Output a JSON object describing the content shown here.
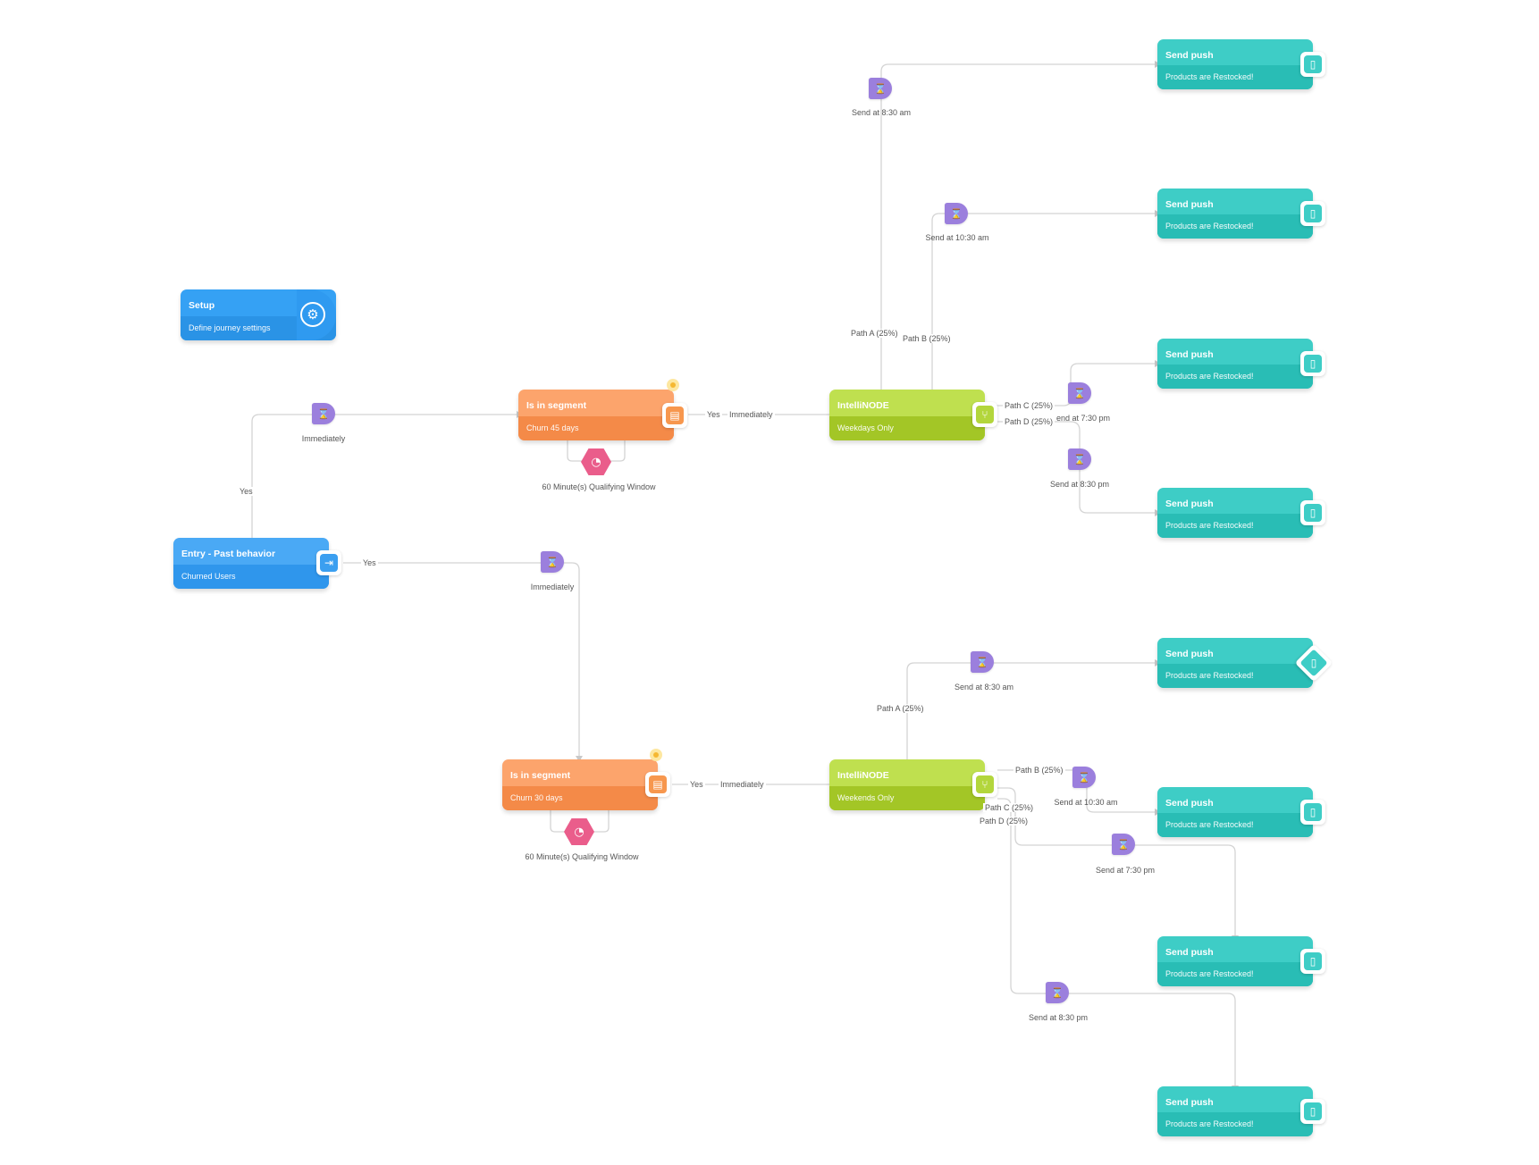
{
  "colors": {
    "wire": "#d4d4d4",
    "push": "#3ecdc6",
    "entry": "#4aa9f5",
    "segment": "#fca46c",
    "intellinode": "#bfe04f",
    "timer": "#9b7fdd",
    "qualify": "#ea5d8b"
  },
  "setup": {
    "title": "Setup",
    "subtitle": "Define journey settings",
    "icon": "gear-icon"
  },
  "entry": {
    "title": "Entry - Past behavior",
    "subtitle": "Churned Users",
    "icon": "entry-door-icon"
  },
  "segment_top": {
    "title": "Is in segment",
    "subtitle": "Churn 45 days",
    "icon": "segment-card-icon",
    "qualify": "60 Minute(s) Qualifying Window"
  },
  "segment_bottom": {
    "title": "Is in segment",
    "subtitle": "Churn 30 days",
    "icon": "segment-card-icon",
    "qualify": "60 Minute(s) Qualifying Window"
  },
  "intel_top": {
    "title": "IntelliNODE",
    "subtitle": "Weekdays Only",
    "icon": "split-paths-icon"
  },
  "intel_bottom": {
    "title": "IntelliNODE",
    "subtitle": "Weekends Only",
    "icon": "split-paths-icon"
  },
  "push": {
    "title": "Send push",
    "message": "Products are Restocked!",
    "icon": "mobile-push-icon"
  },
  "edges": {
    "yes": "Yes",
    "immediately": "Immediately",
    "top_path_a": "Path A (25%)",
    "top_path_b": "Path B (25%)",
    "top_path_c": "Path C (25%)",
    "top_path_d": "Path D (25%)",
    "bottom_path_a": "Path A (25%)",
    "bottom_path_b": "Path B (25%)",
    "bottom_path_c": "Path C (25%)",
    "bottom_path_d": "Path D (25%)"
  },
  "timers": {
    "entry_up": "Immediately",
    "entry_right": "Immediately",
    "top_a": "Send at 8:30 am",
    "top_b": "Send at 10:30 am",
    "top_c": "end at 7:30 pm",
    "top_d": "Send at 8:30 pm",
    "bottom_a": "Send at 8:30 am",
    "bottom_b": "Send at 10:30 am",
    "bottom_c": "Send at 7:30 pm",
    "bottom_d": "Send at 8:30 pm"
  }
}
